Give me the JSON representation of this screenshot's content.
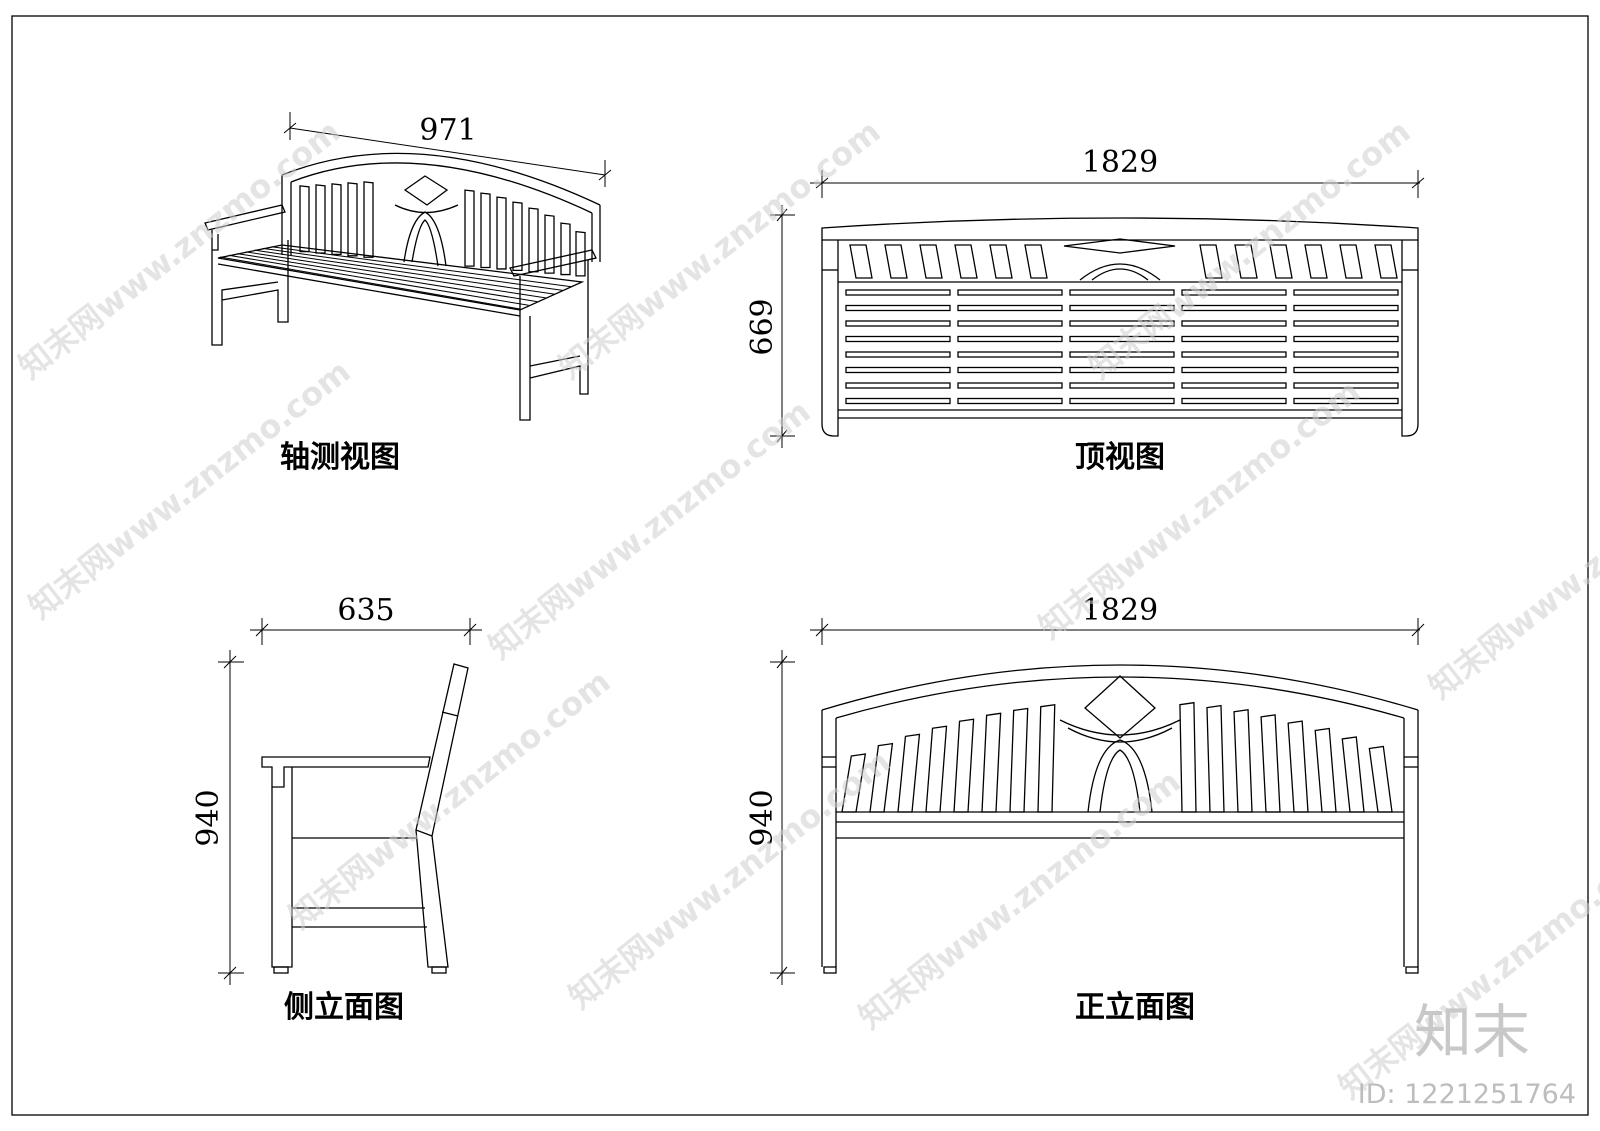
{
  "views": {
    "axonometric": {
      "caption": "轴测视图",
      "dim_width": "971"
    },
    "top": {
      "caption": "顶视图",
      "dim_width": "1829",
      "dim_depth": "669"
    },
    "side": {
      "caption": "侧立面图",
      "dim_width": "635",
      "dim_height": "940"
    },
    "front": {
      "caption": "正立面图",
      "dim_width": "1829",
      "dim_height": "940"
    }
  },
  "watermark": {
    "text": "知末网www.znzmo.com",
    "logo": "知末",
    "id": "ID: 1221251764"
  },
  "colors": {
    "line": "#000000",
    "watermark": "#cfcfcf",
    "background": "#ffffff"
  }
}
